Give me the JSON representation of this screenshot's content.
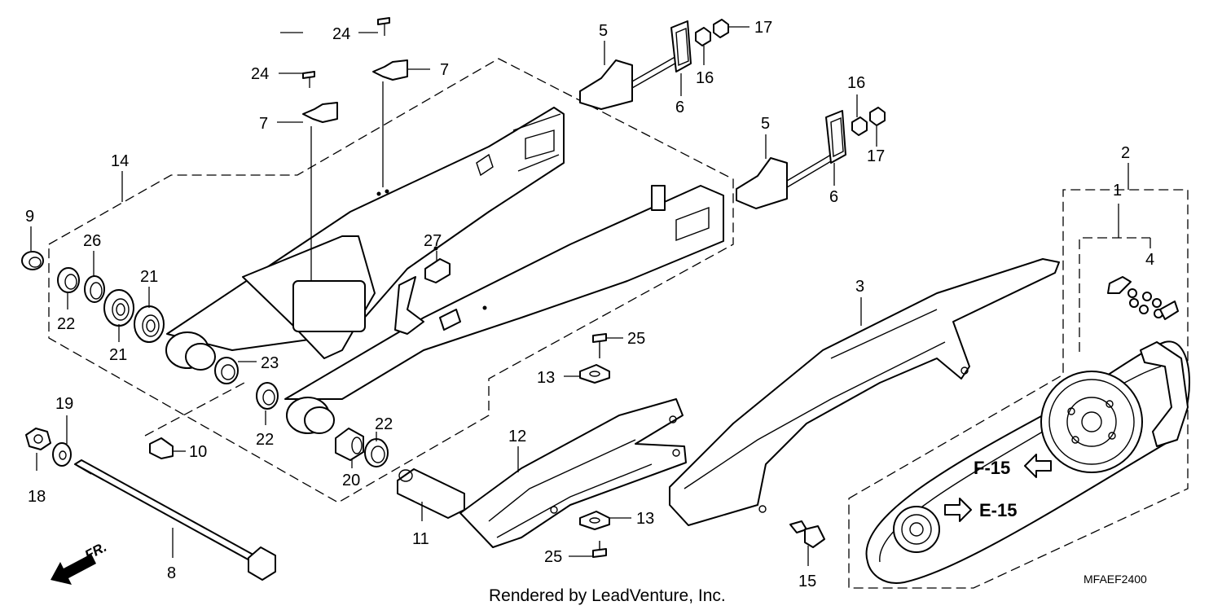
{
  "diagram": {
    "callouts": {
      "c1": "1",
      "c2": "2",
      "c3": "3",
      "c4": "4",
      "c5a": "5",
      "c5b": "5",
      "c6a": "6",
      "c6b": "6",
      "c7a": "7",
      "c7b": "7",
      "c8": "8",
      "c9": "9",
      "c10": "10",
      "c11": "11",
      "c12": "12",
      "c13a": "13",
      "c13b": "13",
      "c14": "14",
      "c15": "15",
      "c16a": "16",
      "c16b": "16",
      "c17a": "17",
      "c17b": "17",
      "c18": "18",
      "c19": "19",
      "c20": "20",
      "c21a": "21",
      "c21b": "21",
      "c22a": "22",
      "c22b": "22",
      "c22c": "22",
      "c23": "23",
      "c24a": "24",
      "c24b": "24",
      "c25a": "25",
      "c25b": "25",
      "c26": "26",
      "c27": "27"
    },
    "refs": {
      "f15": "F-15",
      "e15": "E-15"
    },
    "front_label": "FR.",
    "diagram_code": "MFAEF2400",
    "credit": "Rendered by LeadVenture, Inc."
  }
}
